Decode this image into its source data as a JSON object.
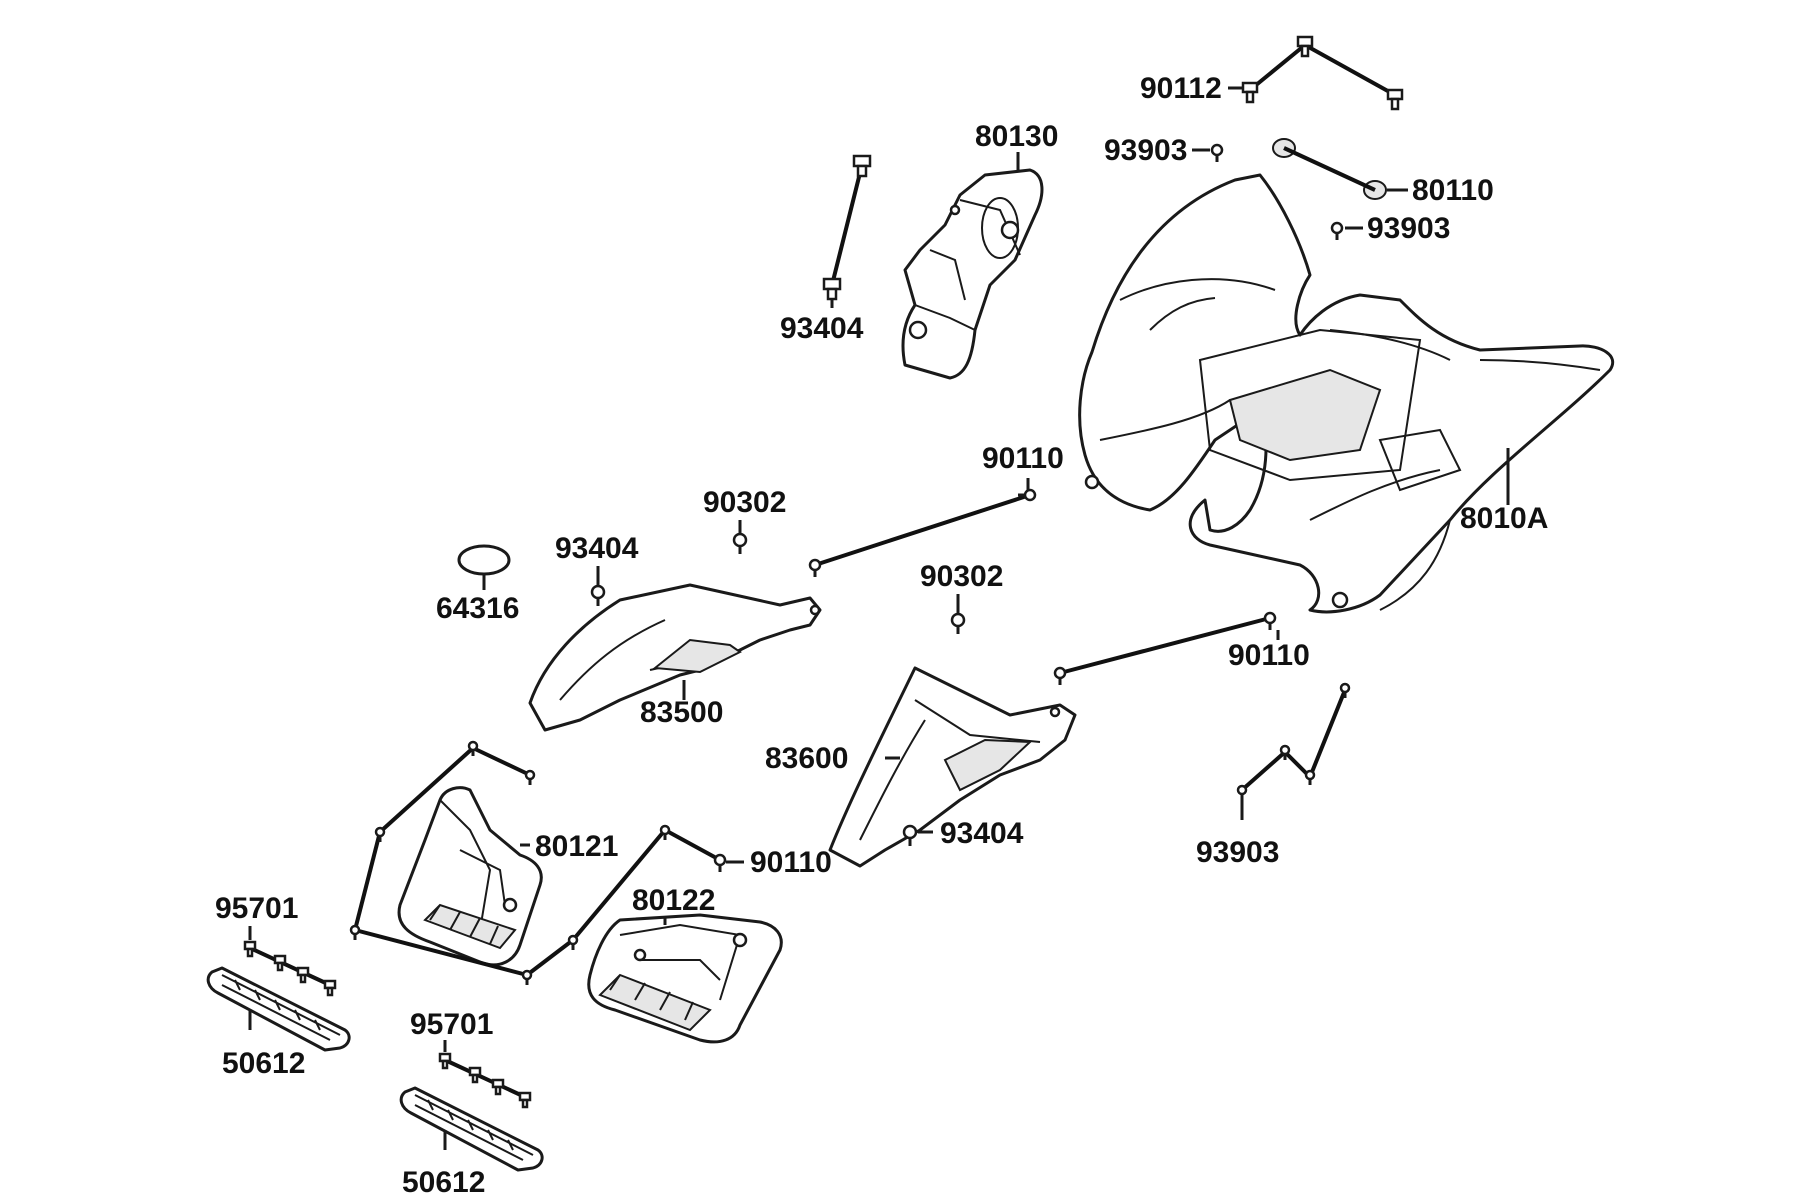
{
  "labels": {
    "l_90112": "90112",
    "l_80130": "80130",
    "l_93903_a": "93903",
    "l_80110": "80110",
    "l_93903_b": "93903",
    "l_93404_a": "93404",
    "l_8010A": "8010A",
    "l_90110_a": "90110",
    "l_90302_a": "90302",
    "l_93404_b": "93404",
    "l_64316": "64316",
    "l_90302_b": "90302",
    "l_83500": "83500",
    "l_90110_b": "90110",
    "l_83600": "83600",
    "l_93404_c": "93404",
    "l_93903_c": "93903",
    "l_80121": "80121",
    "l_90110_c": "90110",
    "l_95701_a": "95701",
    "l_80122": "80122",
    "l_50612_a": "50612",
    "l_95701_b": "95701",
    "l_50612_b": "50612"
  },
  "icons": {
    "bolt": "hex-bolt-icon",
    "screw": "tapping-screw-icon",
    "grommet": "rubber-grommet-icon",
    "plug": "cap-plug-icon"
  }
}
